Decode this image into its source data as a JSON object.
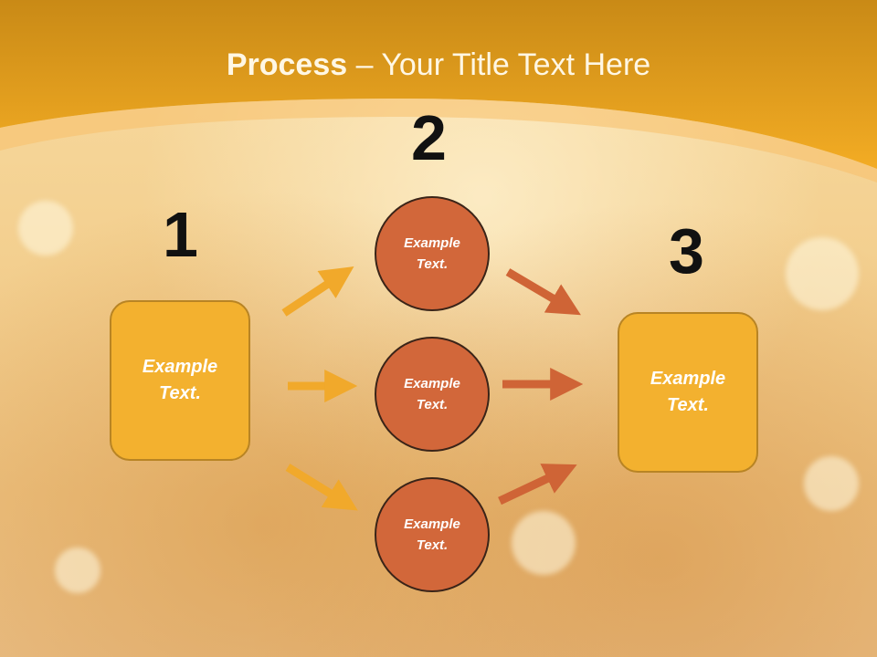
{
  "slide": {
    "title_bold": "Process",
    "title_rest": " – Your Title Text Here"
  },
  "colors": {
    "header": "#f1a51f",
    "box_fill": "#f3b12f",
    "circle_fill": "#d2673a",
    "arrow_left": "#f1a92b",
    "arrow_right": "#cf6436"
  },
  "steps": {
    "one": {
      "number": "1",
      "text": "Example Text."
    },
    "two": {
      "number": "2"
    },
    "three": {
      "number": "3",
      "text": "Example Text."
    }
  },
  "circles": [
    {
      "text": "Example Text."
    },
    {
      "text": "Example Text."
    },
    {
      "text": "Example Text."
    }
  ]
}
